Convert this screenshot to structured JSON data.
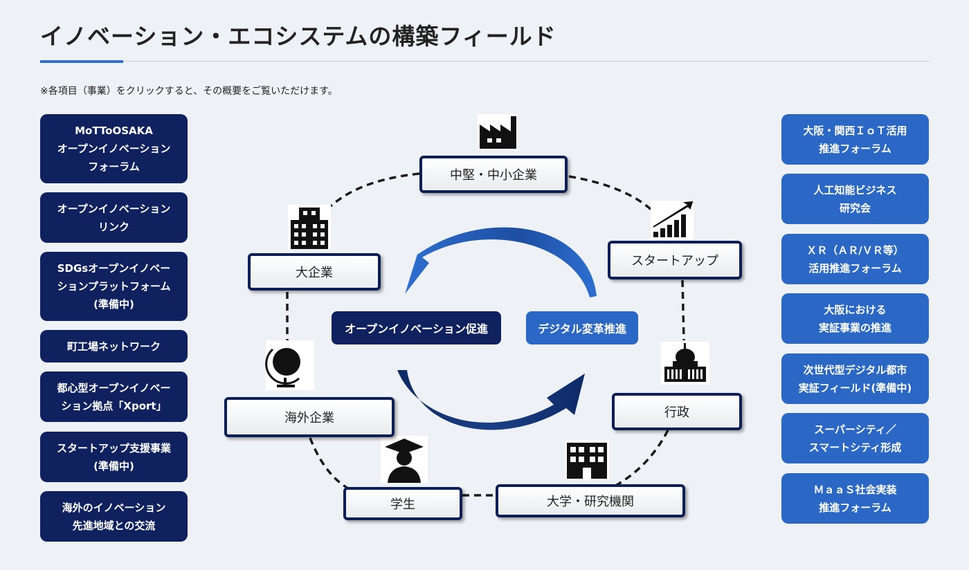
{
  "header": {
    "title": "イノベーション・エコシステムの構築フィールド",
    "note": "※各項目（事業）をクリックすると、その概要をご覧いただけます。"
  },
  "left_items": [
    {
      "label": "MoTToOSAKA\nオープンイノベーション\nフォーラム"
    },
    {
      "label": "オープンイノベーション\nリンク"
    },
    {
      "label": "SDGsオープンイノベー\nションプラットフォーム\n(準備中)"
    },
    {
      "label": "町工場ネットワーク"
    },
    {
      "label": "都心型オープンイノベー\nション拠点「Xport」"
    },
    {
      "label": "スタートアップ支援事業\n(準備中)"
    },
    {
      "label": "海外のイノベーション\n先進地域との交流"
    }
  ],
  "right_items": [
    {
      "label": "大阪・関西ＩｏＴ活用\n推進フォーラム"
    },
    {
      "label": "人工知能ビジネス\n研究会"
    },
    {
      "label": "ＸＲ（ＡＲ/ＶＲ等）\n活用推進フォーラム"
    },
    {
      "label": "大阪における\n実証事業の推進"
    },
    {
      "label": "次世代型デジタル都市\n実証フィールド(準備中)"
    },
    {
      "label": "スーパーシティ／\nスマートシティ形成"
    },
    {
      "label": "ＭａａＳ社会実装\n推進フォーラム"
    }
  ],
  "diagram": {
    "nodes": {
      "sme": "中堅・中小企業",
      "startup": "スタートアップ",
      "large": "大企業",
      "gov": "行政",
      "overseas": "海外企業",
      "student": "学生",
      "university": "大学・研究機関"
    },
    "center": {
      "open_innovation": "オープンイノベーション促進",
      "digital": "デジタル変革推進"
    },
    "icons": {
      "sme": "factory-icon",
      "startup": "growth-chart-icon",
      "large": "office-building-icon",
      "gov": "capitol-icon",
      "overseas": "globe-icon",
      "student": "graduate-icon",
      "university": "school-building-icon"
    },
    "colors": {
      "dark_navy": "#0f215e",
      "blue": "#2b67c4",
      "arrow_light": "#2e6fd0",
      "arrow_dark": "#0e2a66"
    }
  }
}
